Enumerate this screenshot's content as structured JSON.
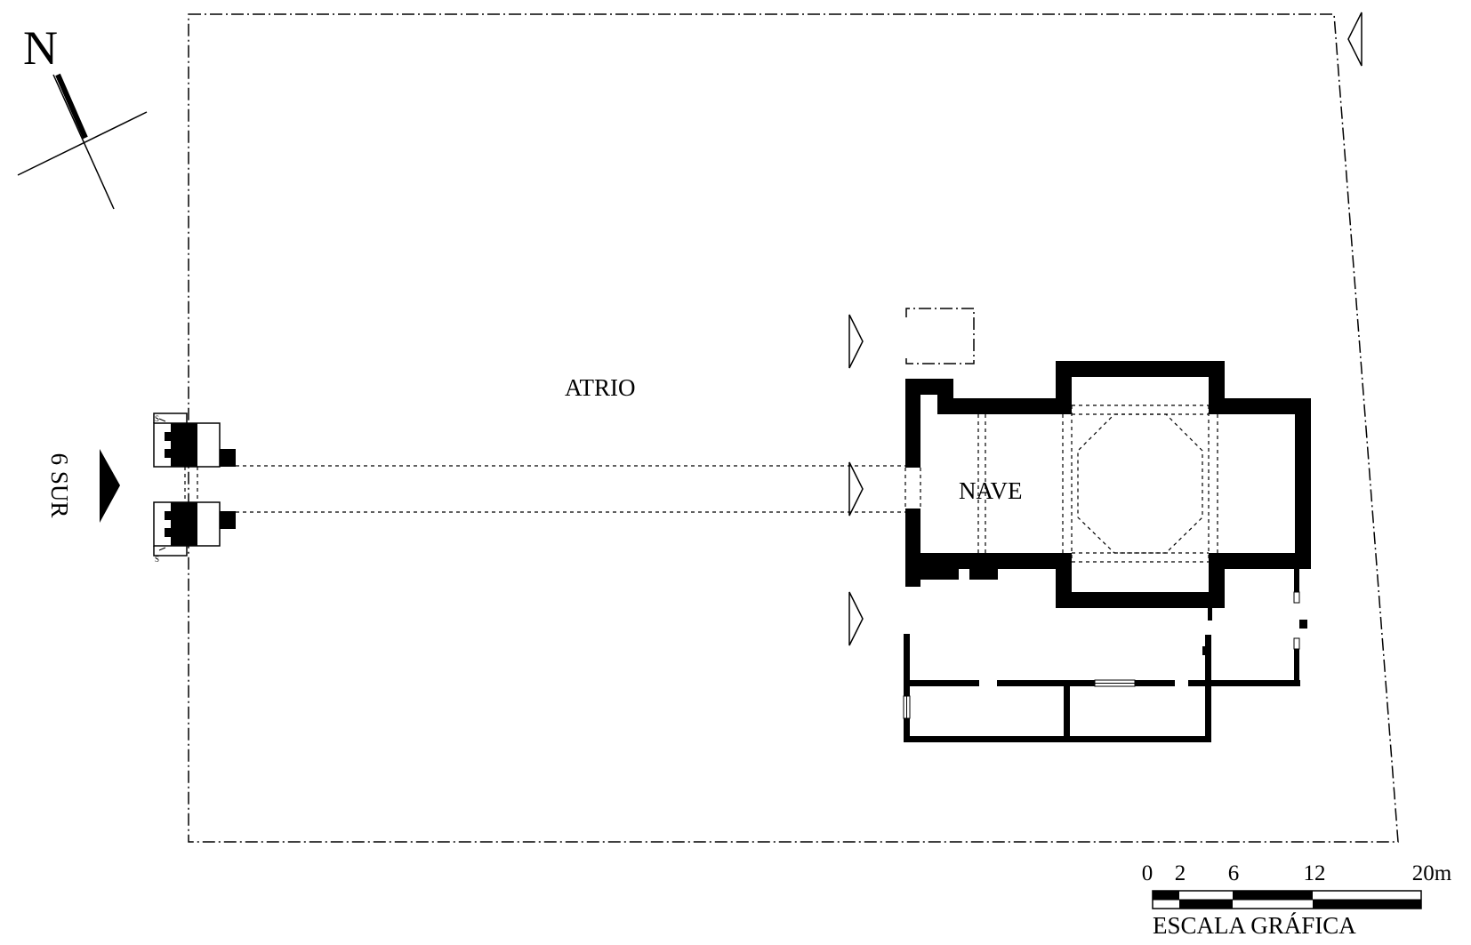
{
  "north_arrow": {
    "letter": "N"
  },
  "labels": {
    "atrio": "ATRIO",
    "nave": "NAVE",
    "street": "6 SUR",
    "stair_mark": "S"
  },
  "scale_bar": {
    "ticks": [
      "0",
      "2",
      "6",
      "12",
      "20m"
    ],
    "caption": "ESCALA GRÁFICA"
  }
}
